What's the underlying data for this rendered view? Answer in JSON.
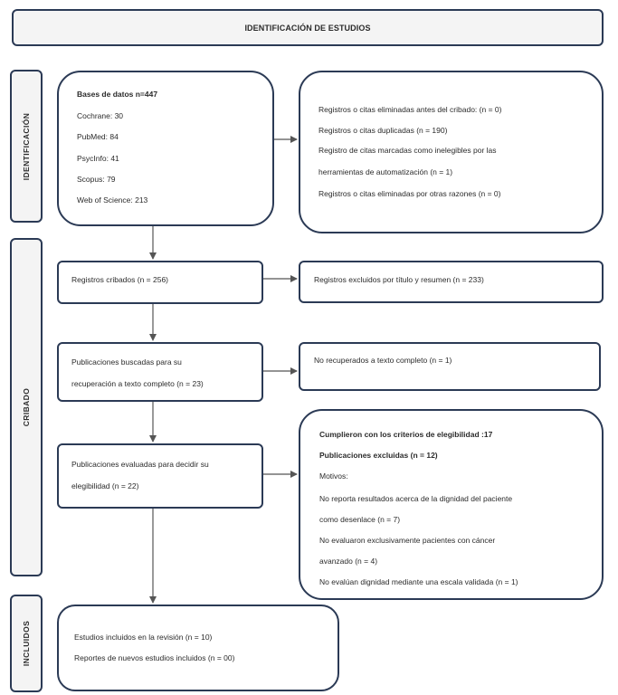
{
  "header": {
    "title": "IDENTIFICACIÓN DE ESTUDIOS"
  },
  "phases": {
    "identification": "IDENTIFICACIÓN",
    "screening": "CRIBADO",
    "included": "INCLUIDOS"
  },
  "databases": {
    "title": "Bases de datos n=447",
    "items": [
      "Cochrane: 30",
      "PubMed: 84",
      "PsycInfo:  41",
      "Scopus:  79",
      "Web of Science: 213"
    ]
  },
  "removed": {
    "lines": [
      "Registros o citas eliminadas antes del cribado: (n = 0)",
      "Registros o citas duplicadas (n = 190)",
      "Registro de citas marcadas como inelegibles por las",
      "herramientas de automatización (n = 1)",
      "Registros o citas eliminadas por otras razones (n = 0)"
    ]
  },
  "screened": {
    "text": "Registros cribados (n = 256)"
  },
  "excluded_title": {
    "text": "Registros excluidos por título y resumen (n = 233)"
  },
  "sought": {
    "lines": [
      "Publicaciones buscadas para su",
      "recuperación a texto completo (n = 23)"
    ]
  },
  "not_retrieved": {
    "text": "No recuperados a texto completo (n = 1)"
  },
  "assessed": {
    "lines": [
      "Publicaciones evaluadas para decidir su",
      "elegibilidad (n = 22)"
    ]
  },
  "eligibility": {
    "title": "Cumplieron  con los  criterios  de elegibilidad  :17",
    "excluded": "Publicaciones  excluidas  (n = 12)",
    "lines": [
      "Motivos:",
      "No reporta resultados acerca de la dignidad del paciente",
      "como desenlace (n = 7)",
      "No evaluaron exclusivamente pacientes con cáncer",
      "avanzado (n = 4)",
      "No evalúan dignidad mediante una escala validada (n = 1)"
    ]
  },
  "included": {
    "lines": [
      "Estudios incluidos en la revisión (n = 10)",
      "Reportes de nuevos  estudios incluidos (n = 00)"
    ]
  }
}
